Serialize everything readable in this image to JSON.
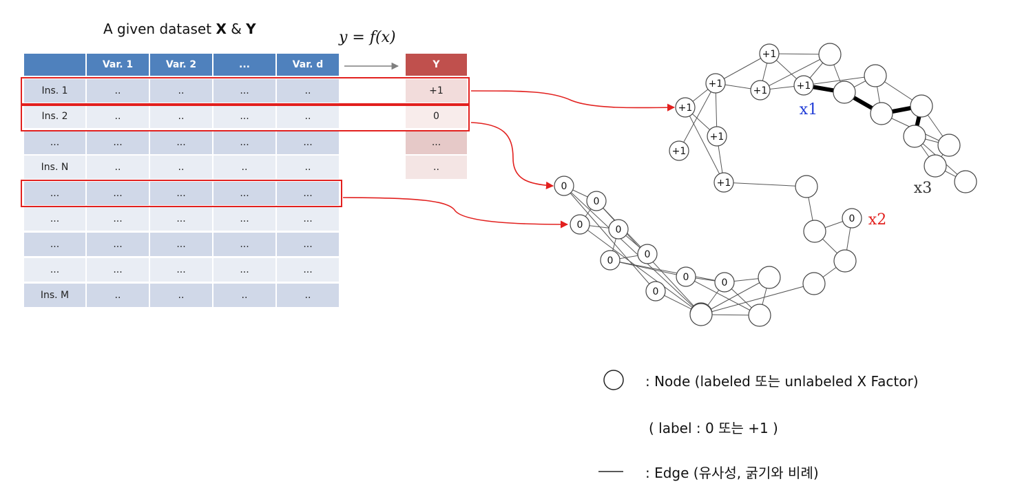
{
  "dataset_title": {
    "prefix": "A given dataset ",
    "x": "X",
    "amp": " & ",
    "y": "Y"
  },
  "formula": {
    "lhs": "y",
    "eq": " = ",
    "rhs": "f(x)"
  },
  "table": {
    "headers": [
      "",
      "Var. 1",
      "Var. 2",
      "...",
      "Var. d"
    ],
    "rows": [
      [
        "Ins. 1",
        "..",
        "..",
        "...",
        ".."
      ],
      [
        "Ins. 2",
        "..",
        "..",
        "...",
        ".."
      ],
      [
        "...",
        "...",
        "...",
        "...",
        "..."
      ],
      [
        "Ins. N",
        "..",
        "..",
        "..",
        ".."
      ],
      [
        "...",
        "...",
        "...",
        "...",
        "..."
      ],
      [
        "...",
        "...",
        "...",
        "...",
        "..."
      ],
      [
        "...",
        "...",
        "...",
        "...",
        "..."
      ],
      [
        "...",
        "...",
        "...",
        "...",
        "..."
      ],
      [
        "Ins. M",
        "..",
        "..",
        "..",
        ".."
      ]
    ]
  },
  "y_column": {
    "header": "Y",
    "values": [
      "+1",
      "0",
      "...",
      ".."
    ]
  },
  "graph": {
    "nodes": [
      {
        "id": "n1",
        "label": "+1"
      },
      {
        "id": "n2",
        "label": ""
      },
      {
        "id": "n3",
        "label": "+1"
      },
      {
        "id": "n4",
        "label": "+1"
      },
      {
        "id": "n5",
        "label": "+1"
      },
      {
        "id": "n6",
        "label": ""
      },
      {
        "id": "n7",
        "label": ""
      },
      {
        "id": "n8",
        "label": "+1"
      },
      {
        "id": "n9",
        "label": ""
      },
      {
        "id": "n10",
        "label": "+1"
      },
      {
        "id": "n11",
        "label": ""
      },
      {
        "id": "n12",
        "label": ""
      },
      {
        "id": "n13",
        "label": "+1"
      },
      {
        "id": "n14",
        "label": ""
      },
      {
        "id": "n15",
        "label": ""
      },
      {
        "id": "n16",
        "label": ""
      },
      {
        "id": "n17",
        "label": "+1"
      },
      {
        "id": "n18",
        "label": ""
      },
      {
        "id": "n19",
        "label": "0"
      },
      {
        "id": "n20",
        "label": ""
      },
      {
        "id": "n21",
        "label": ""
      },
      {
        "id": "n22",
        "label": "0"
      },
      {
        "id": "n23",
        "label": "0"
      },
      {
        "id": "n24",
        "label": ""
      },
      {
        "id": "n25",
        "label": "0"
      },
      {
        "id": "n26",
        "label": "0"
      },
      {
        "id": "n27",
        "label": "0"
      },
      {
        "id": "n28",
        "label": "0"
      },
      {
        "id": "n29",
        "label": "0"
      },
      {
        "id": "n30",
        "label": "0"
      },
      {
        "id": "n31",
        "label": "0"
      },
      {
        "id": "n32",
        "label": ""
      },
      {
        "id": "n33",
        "label": ""
      },
      {
        "id": "n34",
        "label": ""
      },
      {
        "id": "n35",
        "label": ""
      }
    ],
    "edges": [
      [
        "n1",
        "n2"
      ],
      [
        "n1",
        "n3"
      ],
      [
        "n1",
        "n5"
      ],
      [
        "n1",
        "n4"
      ],
      [
        "n2",
        "n4"
      ],
      [
        "n2",
        "n6"
      ],
      [
        "n2",
        "n5"
      ],
      [
        "n4",
        "n5"
      ],
      [
        "n4",
        "n3"
      ],
      [
        "n5",
        "n7"
      ],
      [
        "n5",
        "n6"
      ],
      [
        "n6",
        "n7"
      ],
      [
        "n6",
        "n9"
      ],
      [
        "n7",
        "n9"
      ],
      [
        "n7",
        "n11"
      ],
      [
        "n9",
        "n11"
      ],
      [
        "n9",
        "n12"
      ],
      [
        "n11",
        "n12"
      ],
      [
        "n11",
        "n14"
      ],
      [
        "n12",
        "n14"
      ],
      [
        "n12",
        "n16"
      ],
      [
        "n14",
        "n16"
      ],
      [
        "n14",
        "n15"
      ],
      [
        "n16",
        "n15"
      ],
      [
        "n3",
        "n8"
      ],
      [
        "n3",
        "n10"
      ],
      [
        "n3",
        "n13"
      ],
      [
        "n8",
        "n10"
      ],
      [
        "n8",
        "n17"
      ],
      [
        "n10",
        "n17"
      ],
      [
        "n17",
        "n18"
      ],
      [
        "n18",
        "n20"
      ],
      [
        "n20",
        "n21"
      ],
      [
        "n21",
        "n19"
      ],
      [
        "n19",
        "n20"
      ],
      [
        "n21",
        "n24"
      ],
      [
        "n24",
        "n33"
      ],
      [
        "n33",
        "n34"
      ],
      [
        "n34",
        "n35"
      ],
      [
        "n35",
        "n29"
      ],
      [
        "n35",
        "n30"
      ],
      [
        "n34",
        "n30"
      ],
      [
        "n29",
        "n30"
      ],
      [
        "n29",
        "n28"
      ],
      [
        "n28",
        "n30"
      ],
      [
        "n28",
        "n27"
      ],
      [
        "n27",
        "n26"
      ],
      [
        "n26",
        "n28"
      ],
      [
        "n26",
        "n25"
      ],
      [
        "n25",
        "n23"
      ],
      [
        "n23",
        "n22"
      ],
      [
        "n22",
        "n32"
      ],
      [
        "n32",
        "n25"
      ],
      [
        "n32",
        "n23"
      ],
      [
        "n22",
        "n31"
      ],
      [
        "n31",
        "n32"
      ],
      [
        "n23",
        "n27"
      ],
      [
        "n30",
        "n33"
      ],
      [
        "n35",
        "n33"
      ]
    ],
    "bold_edges": [
      [
        "n5",
        "n6"
      ],
      [
        "n6",
        "n9"
      ],
      [
        "n9",
        "n11"
      ],
      [
        "n11",
        "n14"
      ]
    ],
    "markers": [
      {
        "text": "x1",
        "color": "#1f3bd6"
      },
      {
        "text": "x2",
        "color": "#e2201e"
      },
      {
        "text": "x3",
        "color": "#333333"
      }
    ]
  },
  "legend": {
    "node": ": Node (labeled 또는 unlabeled X Factor)",
    "label": "( label : 0 또는 +1 )",
    "edge": ": Edge (유사성, 굵기와 비례)"
  },
  "colors": {
    "header_blue": "#4f81bd",
    "header_red": "#c0504d",
    "highlight_red": "#e2201e",
    "x1_blue": "#1f3bd6"
  }
}
